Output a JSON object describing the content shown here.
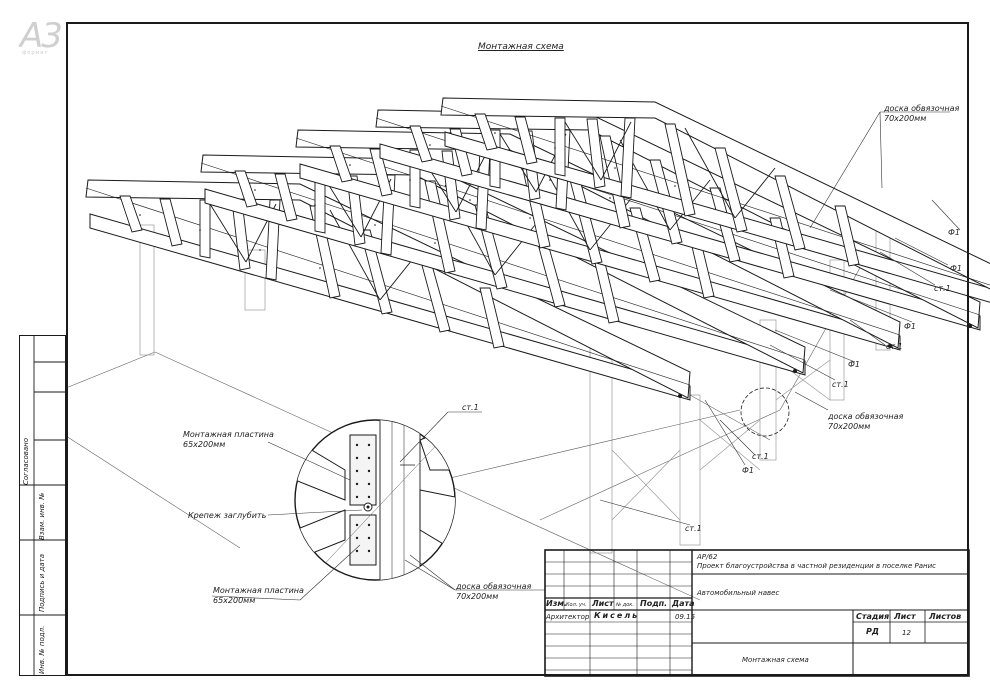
{
  "format": {
    "mark": "А3",
    "sub": "формат"
  },
  "drawing": {
    "title": "Монтажная схема",
    "labels": {
      "board_top": "доска обвязочная",
      "board_top_size": "70х200мм",
      "f1_a": "Ф1",
      "f1_b": "Ф1",
      "st1_a": "ст.1",
      "f1_c": "Ф1",
      "st1_b": "ст.1",
      "f1_d": "Ф1",
      "st1_c": "ст.1",
      "board_mid": "доска обвязочная",
      "board_mid_size": "70х200мм",
      "st1_d": "ст.1",
      "f1_e": "Ф1",
      "st1_e": "ст.1",
      "st1_f": "ст.1"
    },
    "detail": {
      "plate_top": "Монтажная пластина",
      "plate_top_size": "65х200мм",
      "fastener": "Крепеж заглубить",
      "plate_bottom": "Монтажная пластина",
      "plate_bottom_size": "65х200мм",
      "board": "доска обвязочная",
      "board_size": "70х200мм"
    }
  },
  "side_stamp": {
    "agreed": "Согласовано",
    "replace_inv": "Взам. инв. №",
    "sign_date": "Подпись и дата",
    "inv_orig": "Инв. № подл."
  },
  "title_block": {
    "code": "АР/62",
    "project": "Проект благоустройства в частной резиденции в поселке Ранис",
    "object": "Автомобильный навес",
    "sheet_name": "Монтажная схема",
    "headers": {
      "izm": "Изм.",
      "kol": "Кол. уч.",
      "list": "Лист",
      "ndok": "№ док.",
      "podp": "Подп.",
      "data": "Дата"
    },
    "role": "Архитектор",
    "person": "Кисель",
    "date": "09.15",
    "stage_header": "Стадия",
    "sheet_header": "Лист",
    "sheets_header": "Листов",
    "stage": "РД",
    "sheet": "12",
    "sheets": ""
  }
}
